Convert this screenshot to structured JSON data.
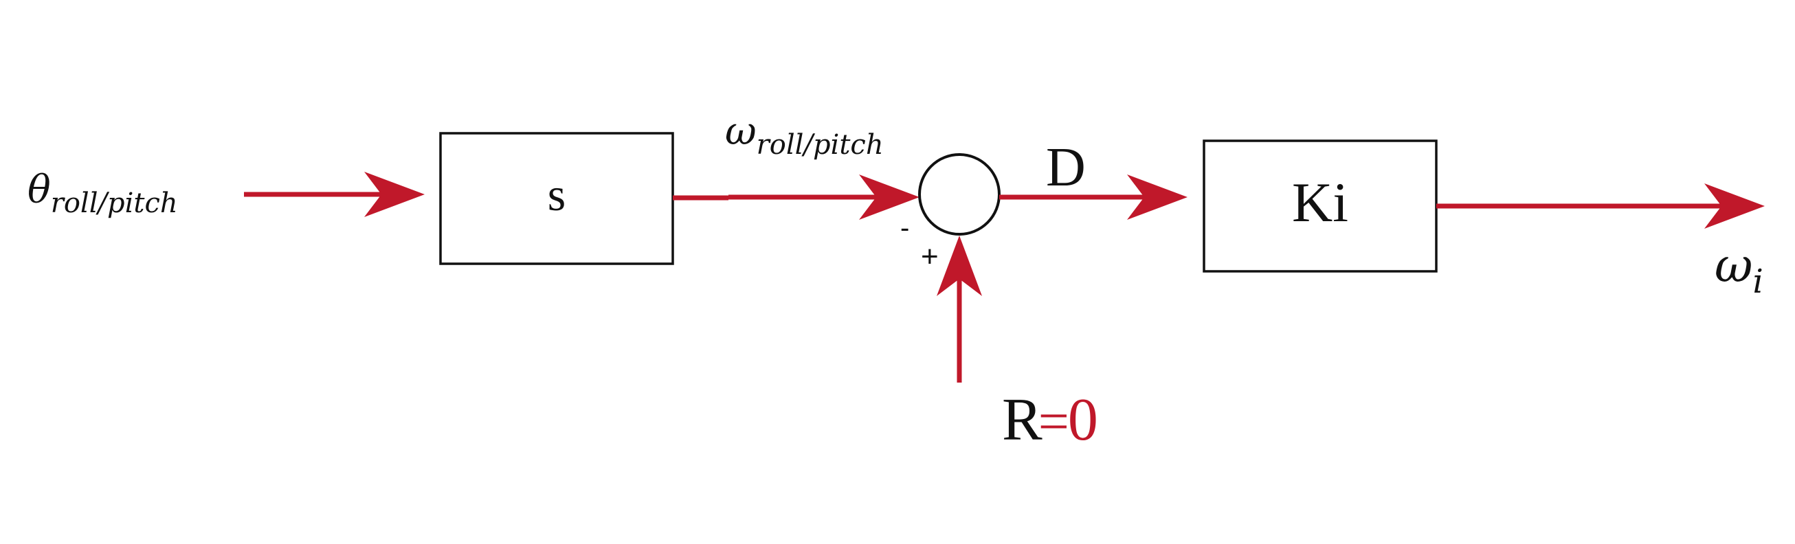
{
  "colors": {
    "signal": "#c0182a",
    "block_stroke": "#111111",
    "text": "#111111",
    "background": "#ffffff"
  },
  "input_signal": {
    "symbol": "θ",
    "subscript": "roll/pitch"
  },
  "block_s": {
    "label": "s"
  },
  "intermediate_signal": {
    "symbol": "ω",
    "subscript": "roll/pitch"
  },
  "summing_junction": {
    "minus_sign": "-",
    "plus_sign": "+"
  },
  "error_signal": {
    "label": "D"
  },
  "reference_signal": {
    "symbol": "R",
    "equals": "=",
    "value": "0"
  },
  "block_ki": {
    "label": "Ki"
  },
  "output_signal": {
    "symbol": "ω",
    "subscript": "i"
  }
}
